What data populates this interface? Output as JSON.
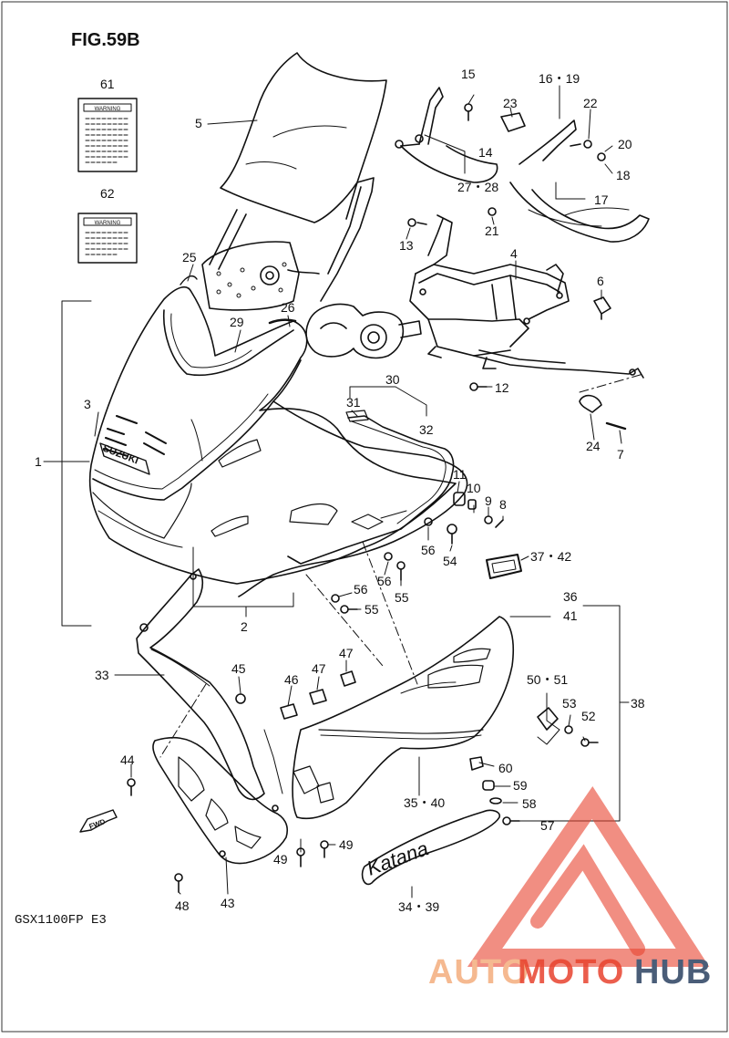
{
  "figure": {
    "title": "FIG.59B",
    "model": "GSX1100FP  E3"
  },
  "badges": {
    "fwd": "FWD",
    "suzuki": "SUZUKI",
    "katana": "Katana",
    "warning": "WARNING"
  },
  "watermark": {
    "part1": "AUTO",
    "part2": "MOTO",
    "part3": "HUB",
    "color_light": "#f5b990",
    "color_red": "#e8432e",
    "color_dark": "#4a5d78"
  },
  "callouts": {
    "p1": "1",
    "p2": "2",
    "p3": "3",
    "p4": "4",
    "p5": "5",
    "p6": "6",
    "p7": "7",
    "p8": "8",
    "p9": "9",
    "p10": "10",
    "p11": "11",
    "p12": "12",
    "p13": "13",
    "p14": "14",
    "p15": "15",
    "p16_19": "16・19",
    "p17": "17",
    "p18": "18",
    "p20": "20",
    "p21": "21",
    "p22": "22",
    "p23": "23",
    "p24": "24",
    "p25": "25",
    "p26": "26",
    "p27_28": "27・28",
    "p29": "29",
    "p30": "30",
    "p31": "31",
    "p32": "32",
    "p33": "33",
    "p34_39": "34・39",
    "p35_40": "35・40",
    "p36": "36",
    "p41": "41",
    "p37_42": "37・42",
    "p38": "38",
    "p43": "43",
    "p44": "44",
    "p45": "45",
    "p46": "46",
    "p47a": "47",
    "p47b": "47",
    "p48": "48",
    "p49a": "49",
    "p49b": "49",
    "p50_51": "50・51",
    "p52": "52",
    "p53": "53",
    "p54": "54",
    "p55a": "55",
    "p55b": "55",
    "p56a": "56",
    "p56b": "56",
    "p56c": "56",
    "p57": "57",
    "p58": "58",
    "p59": "59",
    "p60": "60",
    "p61": "61",
    "p62": "62"
  }
}
